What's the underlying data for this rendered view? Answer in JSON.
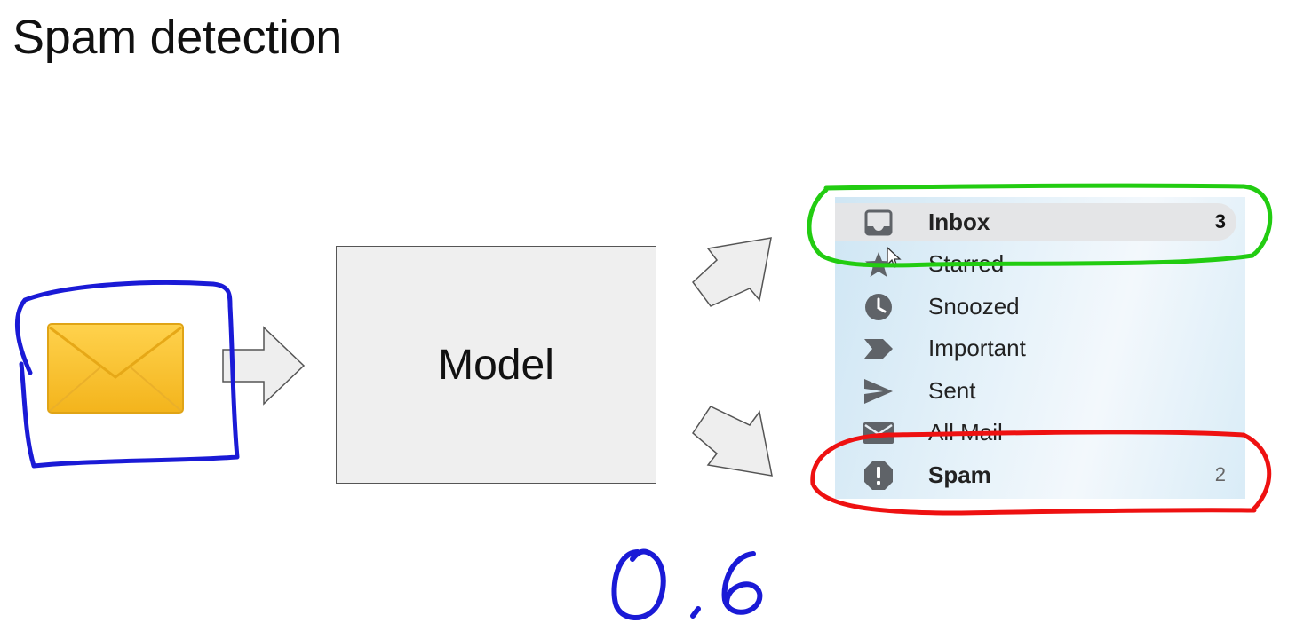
{
  "slide": {
    "title": "Spam detection"
  },
  "model": {
    "label": "Model"
  },
  "mailbox": {
    "items": [
      {
        "label": "Inbox",
        "count": "3",
        "icon": "inbox-icon"
      },
      {
        "label": "Starred",
        "count": "",
        "icon": "star-icon"
      },
      {
        "label": "Snoozed",
        "count": "",
        "icon": "clock-icon"
      },
      {
        "label": "Important",
        "count": "",
        "icon": "important-icon"
      },
      {
        "label": "Sent",
        "count": "",
        "icon": "send-icon"
      },
      {
        "label": "All Mail",
        "count": "",
        "icon": "all-mail-icon"
      },
      {
        "label": "Spam",
        "count": "2",
        "icon": "spam-icon"
      }
    ]
  },
  "annotation": {
    "score": "0.6"
  },
  "colors": {
    "email_highlight": "#1a1ad6",
    "inbox_highlight": "#22cc11",
    "spam_highlight": "#ee1111",
    "envelope": "#f5c02b",
    "icon_gray": "#5f6368"
  }
}
